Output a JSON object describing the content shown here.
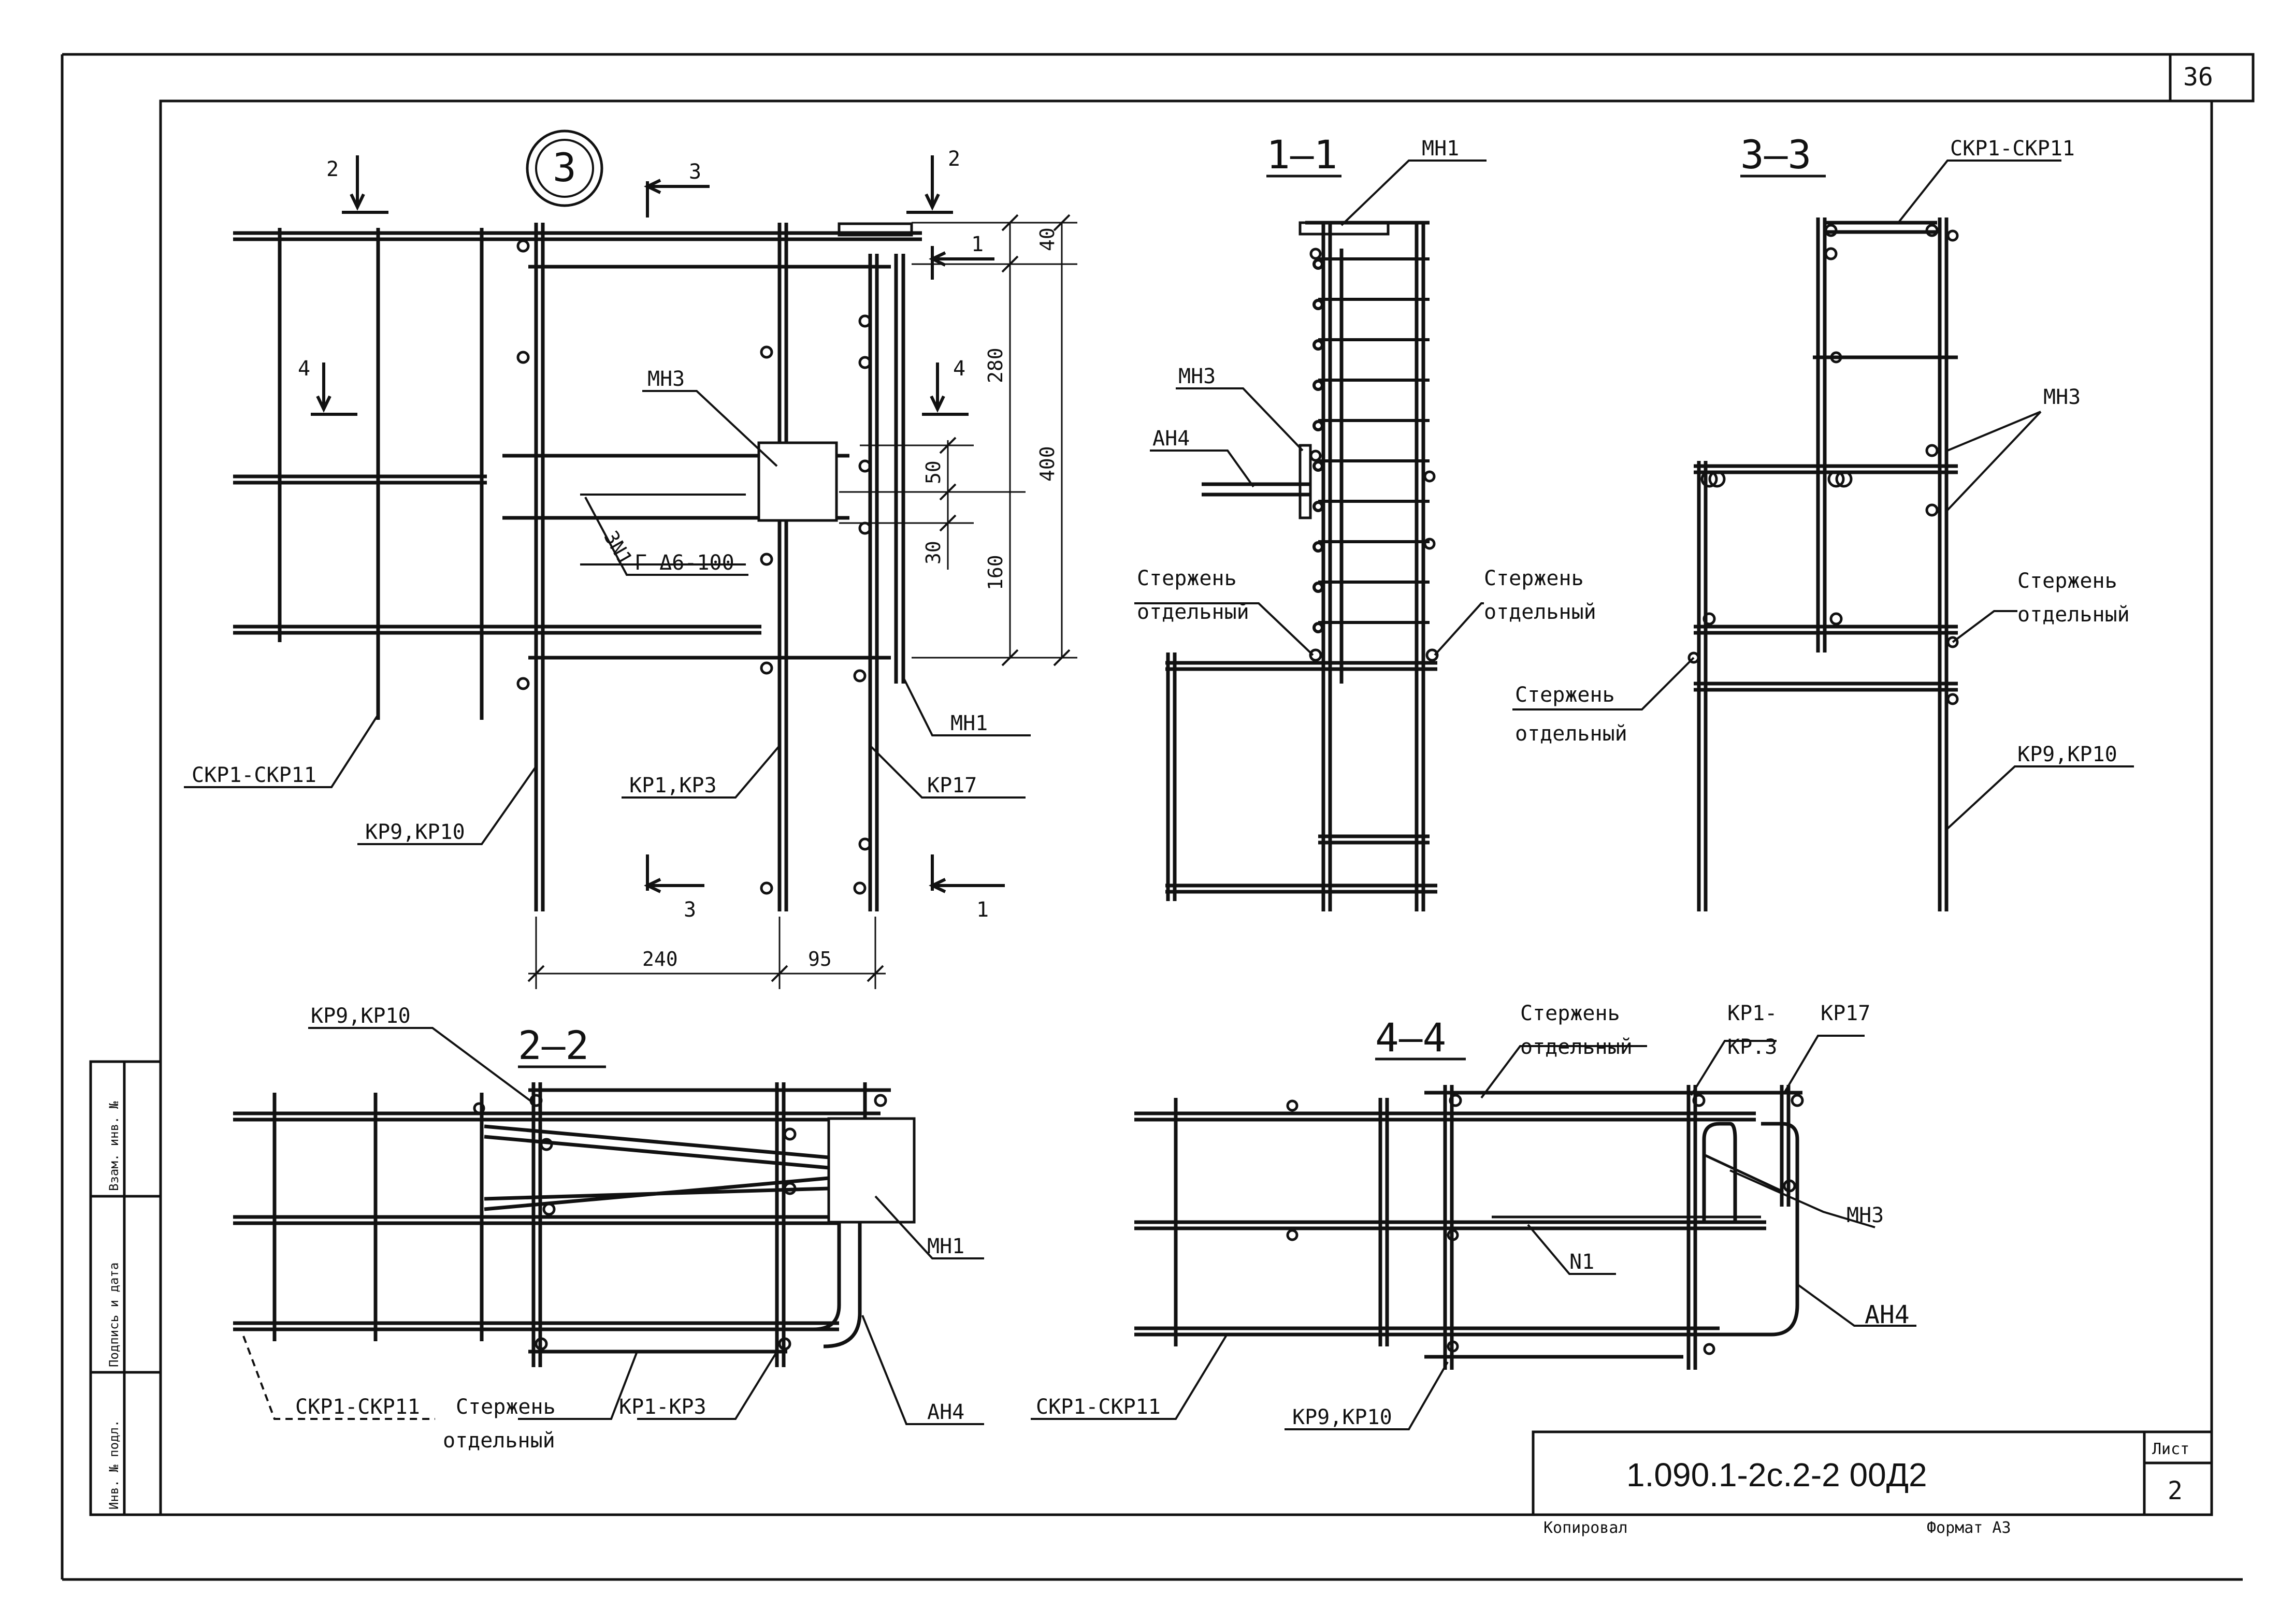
{
  "sheet_number_corner": "36",
  "drawing_code": "1.090.1-2с.2-2 00Д2",
  "sheet_label": "Лист",
  "sheet_value": "2",
  "copied_label": "Копировал",
  "format_label": "Формат А3",
  "side_stamp": [
    "Инв. № подл.",
    "Подпись и дата",
    "Взам. инв. №"
  ],
  "node_number": "3",
  "view_main": {
    "section_marks": {
      "two": "2",
      "three": "3",
      "one": "1",
      "four": "4"
    },
    "dims_vertical": [
      "40",
      "280",
      "400",
      "50",
      "30",
      "160"
    ],
    "dims_horizontal": [
      "240",
      "95"
    ],
    "labels": {
      "mn3": "МН3",
      "weld": "3N1",
      "weld_spec": "Г Δ6-100",
      "mn1": "МН1",
      "kp1_kp3": "КР1,КР3",
      "kp17": "КР17",
      "kp9_kp10": "КР9,КР10",
      "skp": "СКР1-СКР11"
    }
  },
  "view_1_1": {
    "title": "1–1",
    "labels": {
      "mn1": "МН1",
      "mn3": "МН3",
      "an4": "АН4",
      "rod_left": [
        "Стержень",
        "отдельный"
      ],
      "rod_right": [
        "Стержень",
        "отдельный"
      ]
    }
  },
  "view_3_3": {
    "title": "3–3",
    "labels": {
      "skp": "СКР1-СКР11",
      "mn3": "МН3",
      "rod_left": [
        "Стержень",
        "отдельный"
      ],
      "rod_right": [
        "Стержень",
        "отдельный"
      ],
      "kp9_kp10": "КР9,КР10"
    }
  },
  "view_2_2": {
    "title": "2–2",
    "labels": {
      "kp9_kp10": "КР9,КР10",
      "mn1": "МН1",
      "skp": "СКР1-СКР11",
      "rod": [
        "Стержень",
        "отдельный"
      ],
      "kp1_kp3": "КР1-КР3",
      "an4": "АН4"
    }
  },
  "view_4_4": {
    "title": "4–4",
    "labels": {
      "rod": [
        "Стержень",
        "отдельный"
      ],
      "kp1_kp3": [
        "КР1-",
        "КР.3"
      ],
      "kp17": "КР17",
      "mn3": "МН3",
      "n1": "N1",
      "an4": "АН4",
      "skp": "СКР1-СКР11",
      "kp9_kp10": "КР9,КР10"
    }
  }
}
